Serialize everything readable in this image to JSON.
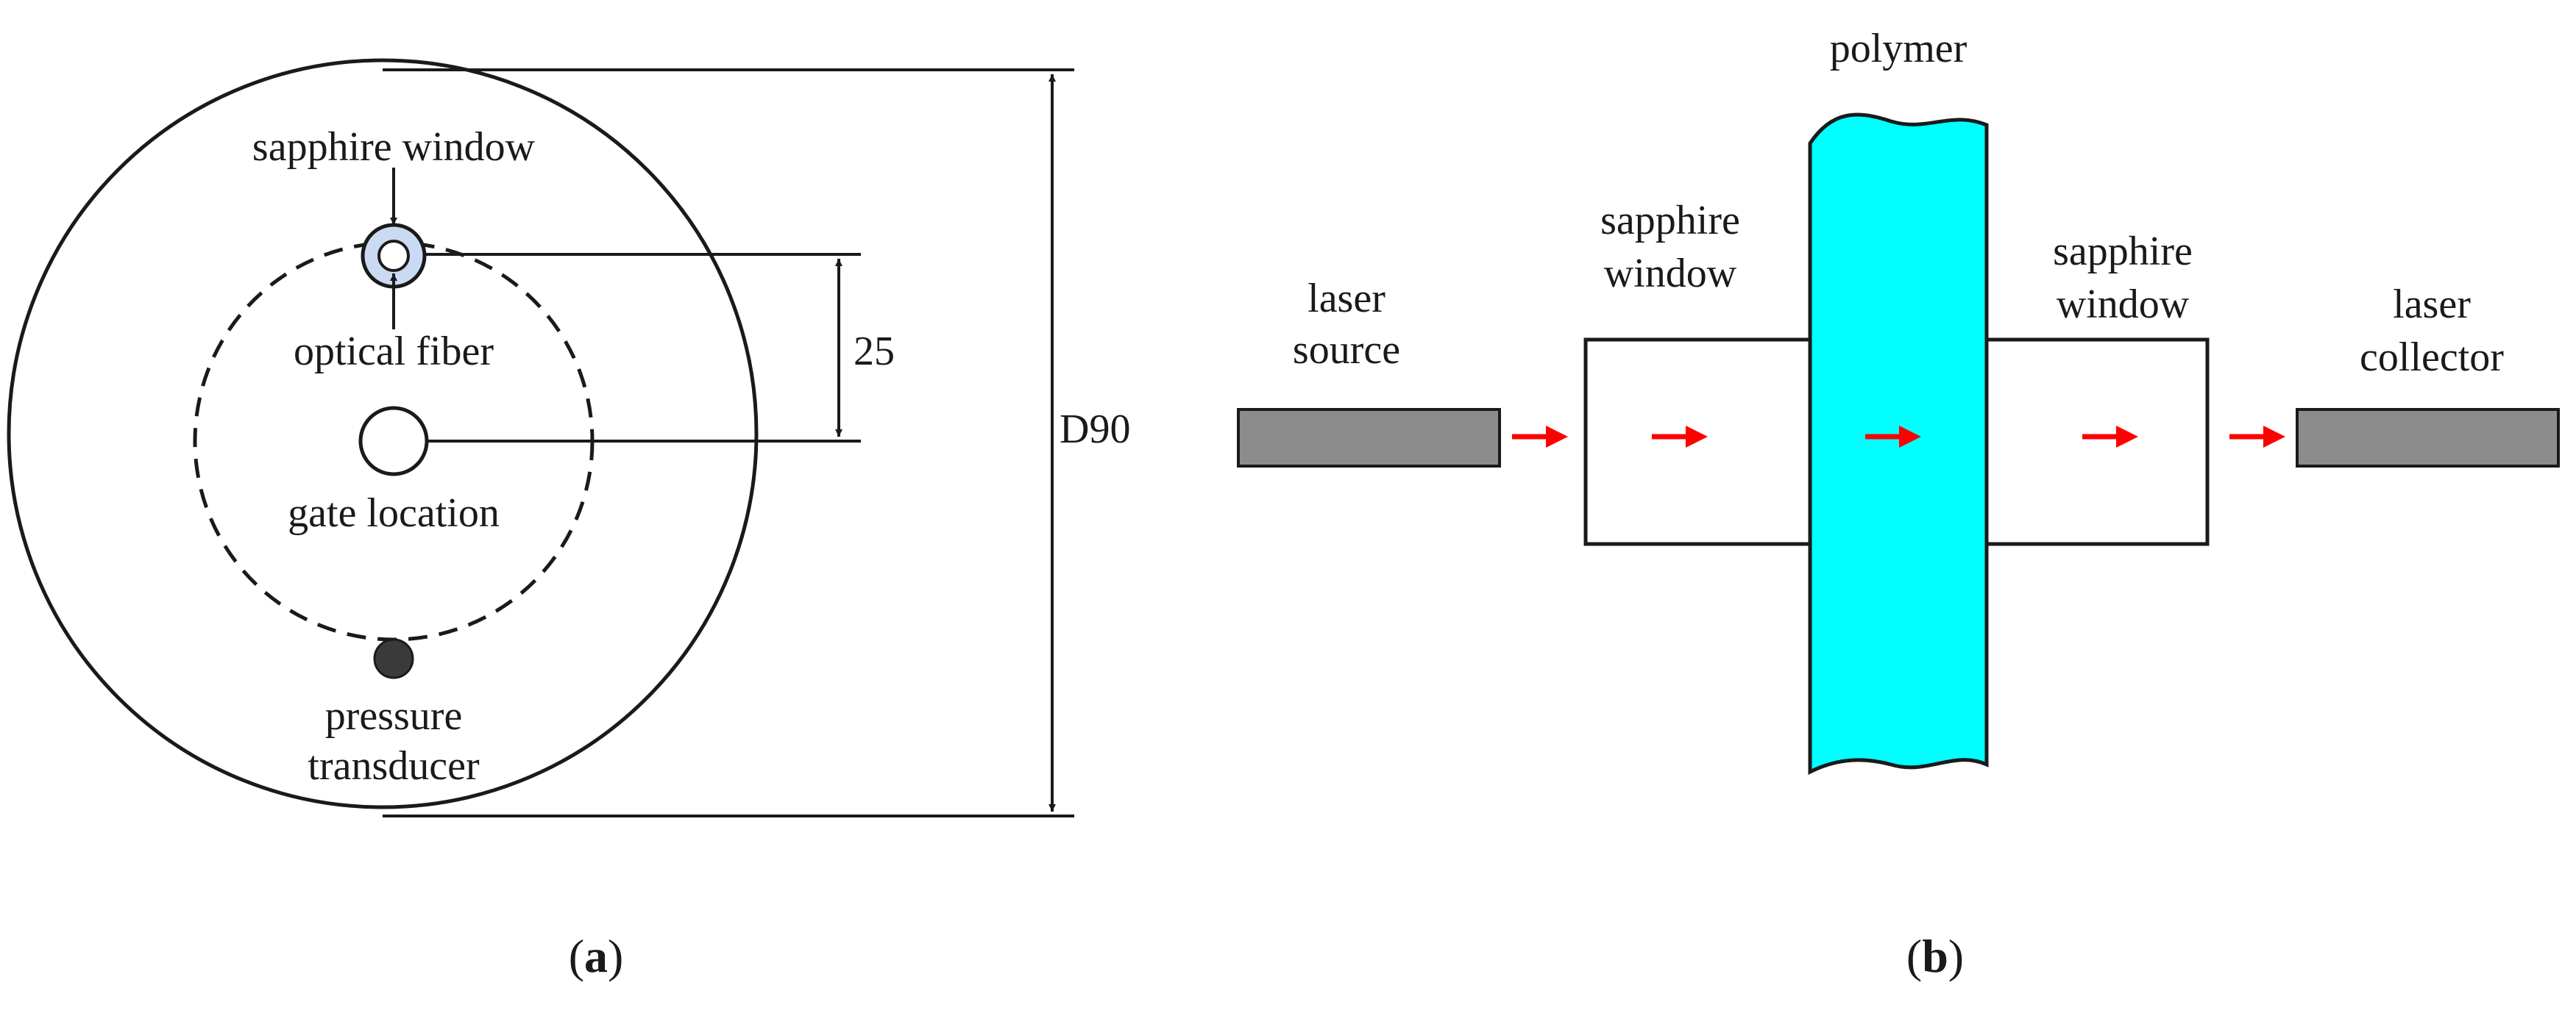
{
  "panel_a": {
    "caption_letter": "a",
    "labels": {
      "sapphire_window": "sapphire window",
      "optical_fiber": "optical fiber",
      "gate_location": "gate location",
      "pressure_line1": "pressure",
      "pressure_line2": "transducer",
      "dimension_small": "25",
      "dimension_diameter": "D90"
    },
    "colors": {
      "window_fill": "#c9daf2",
      "transducer_fill": "#3a3a3a"
    }
  },
  "panel_b": {
    "caption_letter": "b",
    "labels": {
      "polymer": "polymer",
      "laser_source_line1": "laser",
      "laser_source_line2": "source",
      "sapphire_left_line1": "sapphire",
      "sapphire_left_line2": "window",
      "sapphire_right_line1": "sapphire",
      "sapphire_right_line2": "window",
      "laser_collector_line1": "laser",
      "laser_collector_line2": "collector"
    },
    "colors": {
      "polymer_fill": "#00ffff",
      "laser_fill": "#8c8c8c",
      "arrow": "#ff0000"
    }
  }
}
